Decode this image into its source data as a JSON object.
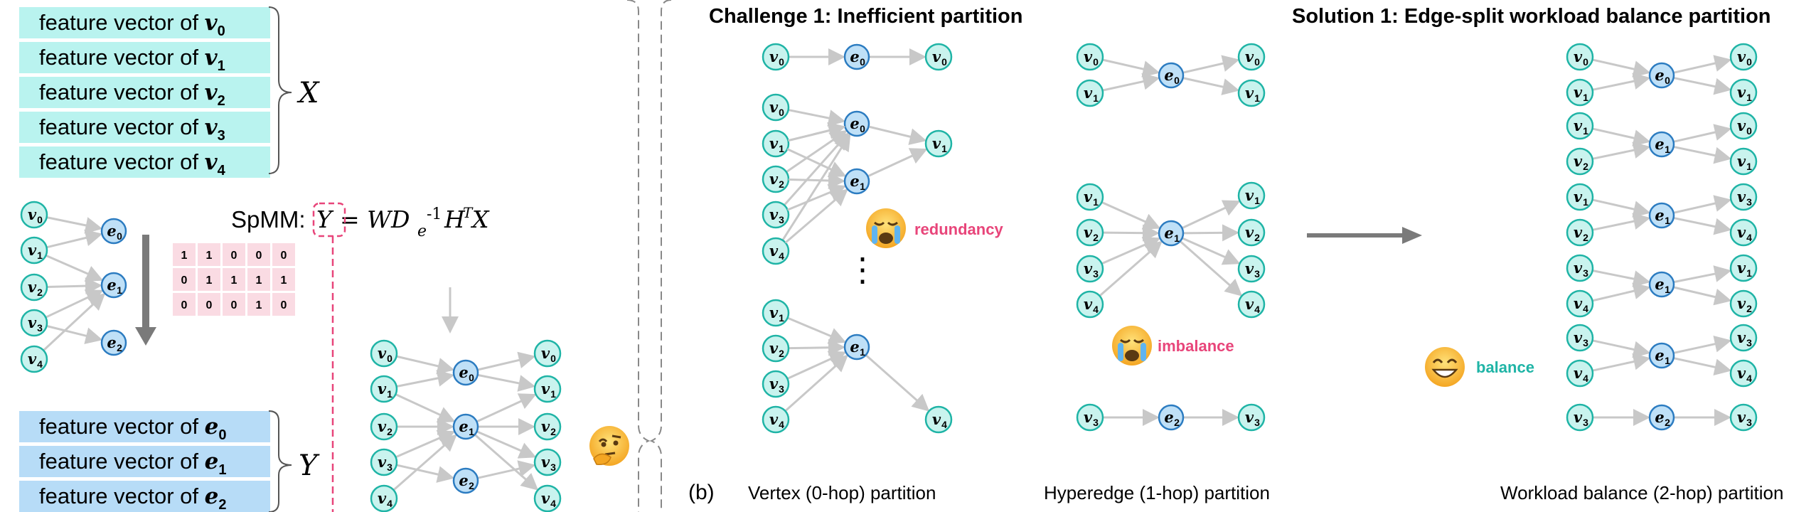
{
  "colors": {
    "vertex_fill": "#c9f3ee",
    "vertex_stroke": "#1fb4a6",
    "edge_fill": "#bfe0f7",
    "edge_stroke": "#2c7cc1",
    "vertex_box": "#b9f3ef",
    "edge_box": "#b7dcf7",
    "matrix_cell": "#fadbe3",
    "alert_text": "#e8457a",
    "good_text": "#1fb4a6",
    "arrow": "#c8c8c8",
    "big_arrow": "#7a7a7a"
  },
  "left": {
    "vertex_features": [
      {
        "prefix": "feature vector of ",
        "var": "v",
        "sub": "0"
      },
      {
        "prefix": "feature vector of ",
        "var": "v",
        "sub": "1"
      },
      {
        "prefix": "feature vector of ",
        "var": "v",
        "sub": "2"
      },
      {
        "prefix": "feature vector of ",
        "var": "v",
        "sub": "3"
      },
      {
        "prefix": "feature vector of ",
        "var": "v",
        "sub": "4"
      }
    ],
    "vertex_matrix_label": "X",
    "edge_features": [
      {
        "prefix": "feature vector of ",
        "var": "e",
        "sub": "0"
      },
      {
        "prefix": "feature vector of ",
        "var": "e",
        "sub": "1"
      },
      {
        "prefix": "feature vector of ",
        "var": "e",
        "sub": "2"
      }
    ],
    "edge_matrix_label": "Y",
    "spmm": {
      "prefix": "SpMM: ",
      "lhs": "Y",
      "rhs": "= WD",
      "sub": "e",
      "sup": "-1",
      "tail": "H",
      "tail_sup": "T",
      "end": "X"
    },
    "incidence_matrix": [
      [
        1,
        1,
        0,
        0,
        0
      ],
      [
        0,
        1,
        1,
        1,
        1
      ],
      [
        0,
        0,
        0,
        1,
        0
      ]
    ]
  },
  "right": {
    "challenge_title": "Challenge 1: Inefficient partition",
    "solution_title": "Solution 1: Edge-split workload balance partition",
    "panel_label": "(b)",
    "captions": {
      "vertex": "Vertex (0-hop) partition",
      "hyperedge": "Hyperedge (1-hop) partition",
      "workload": "Workload balance (2-hop) partition"
    },
    "annotations": {
      "redundancy": "redundancy",
      "imbalance": "imbalance",
      "balance": "balance",
      "ellipsis": "⋮"
    }
  }
}
